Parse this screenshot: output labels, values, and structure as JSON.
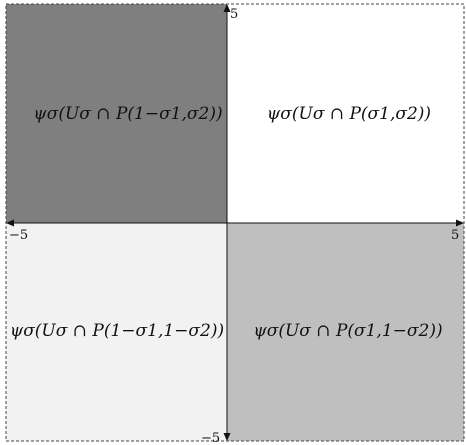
{
  "quadrants": {
    "top_left": {
      "label": "ψσ(Uσ ∩ P(1−σ1,σ2))",
      "fill": "#7f7f7f"
    },
    "top_right": {
      "label": "ψσ(Uσ ∩ P(σ1,σ2))",
      "fill": "#ffffff"
    },
    "bottom_left": {
      "label": "ψσ(Uσ ∩ P(1−σ1,1−σ2))",
      "fill": "#f2f2f2"
    },
    "bottom_right": {
      "label": "ψσ(Uσ ∩ P(σ1,1−σ2))",
      "fill": "#bfbfbf"
    }
  },
  "axes": {
    "x_min_label": "−5",
    "x_max_label": "5",
    "y_max_label": "5",
    "y_min_label": "−5"
  }
}
